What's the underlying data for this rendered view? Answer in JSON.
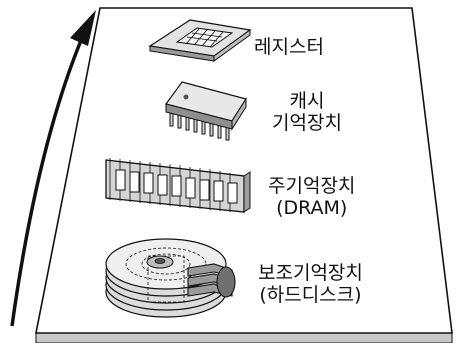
{
  "levels": [
    {
      "label_lines": [
        "레지스터"
      ],
      "icon": "register-chip-icon"
    },
    {
      "label_lines": [
        "캐시",
        "기억장치"
      ],
      "icon": "cache-chip-icon"
    },
    {
      "label_lines": [
        "주기억장치",
        "(DRAM)"
      ],
      "icon": "dram-module-icon"
    },
    {
      "label_lines": [
        "보조기억장치",
        "(하드디스크)"
      ],
      "icon": "hard-disk-icon"
    }
  ],
  "colors": {
    "stroke": "#111111",
    "panel": "#ffffff",
    "panel_edge": "#cfcfcf",
    "metal": "#d9d9d9",
    "dark": "#6b6b6b"
  }
}
